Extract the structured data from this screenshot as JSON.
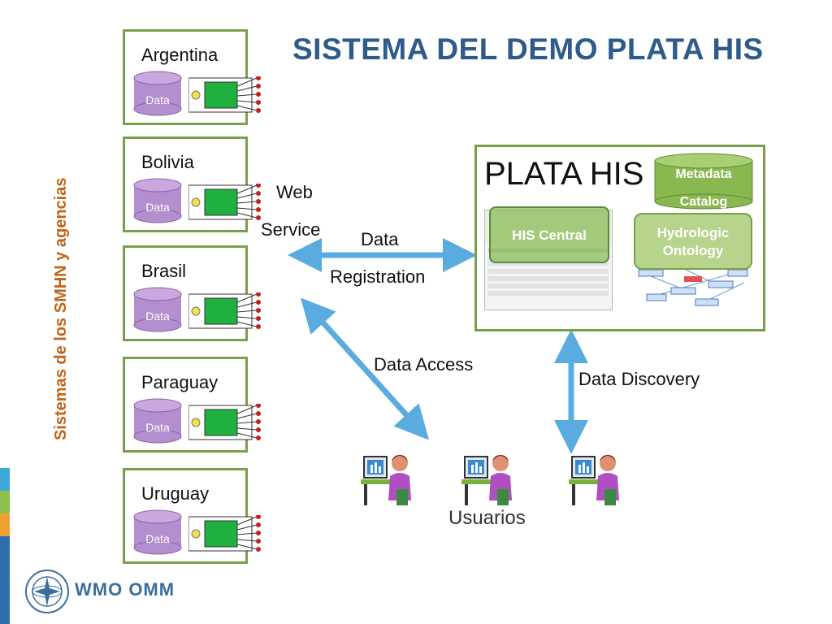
{
  "title": "SISTEMA DEL DEMO PLATA HIS",
  "vertical_label": "Sistemas de los SMHN y agencias",
  "countries": [
    {
      "name": "Argentina",
      "db_label": "Data"
    },
    {
      "name": "Bolivia",
      "db_label": "Data"
    },
    {
      "name": "Brasil",
      "db_label": "Data"
    },
    {
      "name": "Paraguay",
      "db_label": "Data"
    },
    {
      "name": "Uruguay",
      "db_label": "Data"
    }
  ],
  "web_service": {
    "line1": "Web",
    "line2": "Service"
  },
  "data_registration": {
    "line1": "Data",
    "line2": "Registration"
  },
  "data_access": "Data Access",
  "data_discovery": "Data Discovery",
  "plata_his": {
    "title": "PLATA HIS",
    "metadata_catalog": {
      "line1": "Metadata",
      "line2": "Catalog"
    },
    "his_central": "HIS Central",
    "hydrologic_ontology": {
      "line1": "Hydrologic",
      "line2": "Ontology"
    }
  },
  "usuarios": "Usuarios",
  "logo_text": "WMO OMM",
  "colors": {
    "title": "#2e5c8a",
    "box_border": "#78a04a",
    "db": "#b48fd0",
    "arrow": "#5aace0",
    "vertical_label": "#c0641a"
  }
}
